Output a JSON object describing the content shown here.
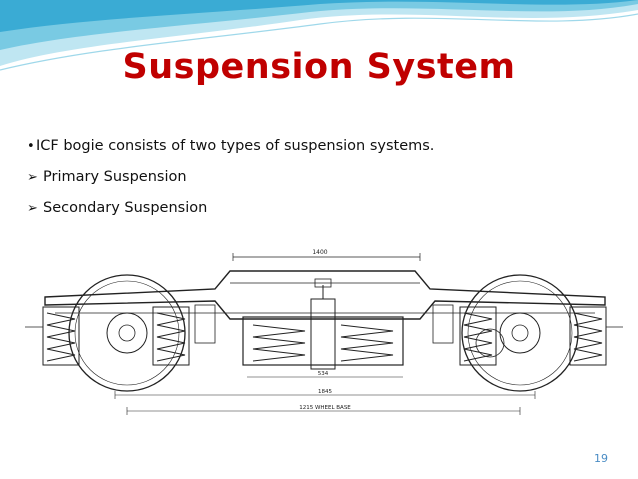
{
  "slide": {
    "title": "Suspension System",
    "bullets": [
      {
        "marker": "•",
        "text": "ICF bogie consists of two types of suspension systems."
      },
      {
        "marker": "➢",
        "text": "Primary Suspension"
      },
      {
        "marker": "➢",
        "text": "Secondary Suspension"
      }
    ],
    "page_number": "19"
  },
  "drawing": {
    "dimensions": {
      "top": "1400",
      "center_lower": "534",
      "overall": "1845",
      "wheel_base": "1215 WHEEL BASE"
    }
  },
  "colors": {
    "title": "#c00000",
    "wave_light": "#bfe6f2",
    "wave_mid": "#6cc4e0",
    "wave_dark": "#2aa3cf",
    "page_number": "#4a8cc4"
  }
}
